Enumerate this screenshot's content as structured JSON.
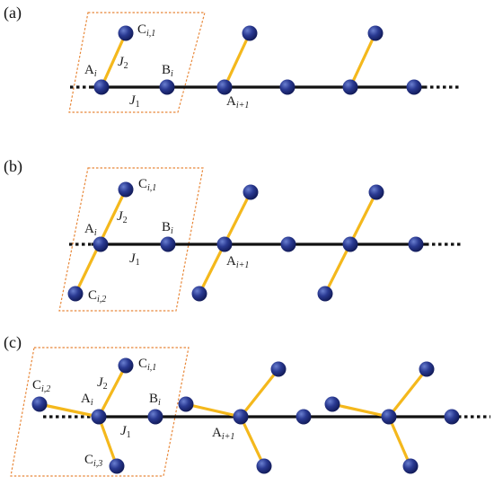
{
  "colors": {
    "chain": "#111111",
    "side_bond": "#f4b81c",
    "unit_cell": "#e8883a",
    "node_fill": "#1e2b78",
    "node_highlight": "#6a7fd0"
  },
  "panels": [
    {
      "tag": "(a)",
      "labels": {
        "A_i": {
          "main": "A",
          "sub": "i"
        },
        "B_i": {
          "main": "B",
          "sub": "i"
        },
        "A_next": {
          "main": "A",
          "sub": "i+1"
        },
        "C1": {
          "main": "C",
          "sub": "i,1"
        },
        "J1": {
          "main": "J",
          "sub": "1"
        },
        "J2": {
          "main": "J",
          "sub": "2"
        }
      }
    },
    {
      "tag": "(b)",
      "labels": {
        "A_i": {
          "main": "A",
          "sub": "i"
        },
        "B_i": {
          "main": "B",
          "sub": "i"
        },
        "A_next": {
          "main": "A",
          "sub": "i+1"
        },
        "C1": {
          "main": "C",
          "sub": "i,1"
        },
        "C2": {
          "main": "C",
          "sub": "i,2"
        },
        "J1": {
          "main": "J",
          "sub": "1"
        },
        "J2": {
          "main": "J",
          "sub": "2"
        }
      }
    },
    {
      "tag": "(c)",
      "labels": {
        "A_i": {
          "main": "A",
          "sub": "i"
        },
        "B_i": {
          "main": "B",
          "sub": "i"
        },
        "A_next": {
          "main": "A",
          "sub": "i+1"
        },
        "C1": {
          "main": "C",
          "sub": "i,1"
        },
        "C2": {
          "main": "C",
          "sub": "i,2"
        },
        "C3": {
          "main": "C",
          "sub": "i,3"
        },
        "J1": {
          "main": "J",
          "sub": "1"
        },
        "J2": {
          "main": "J",
          "sub": "2"
        }
      }
    }
  ]
}
